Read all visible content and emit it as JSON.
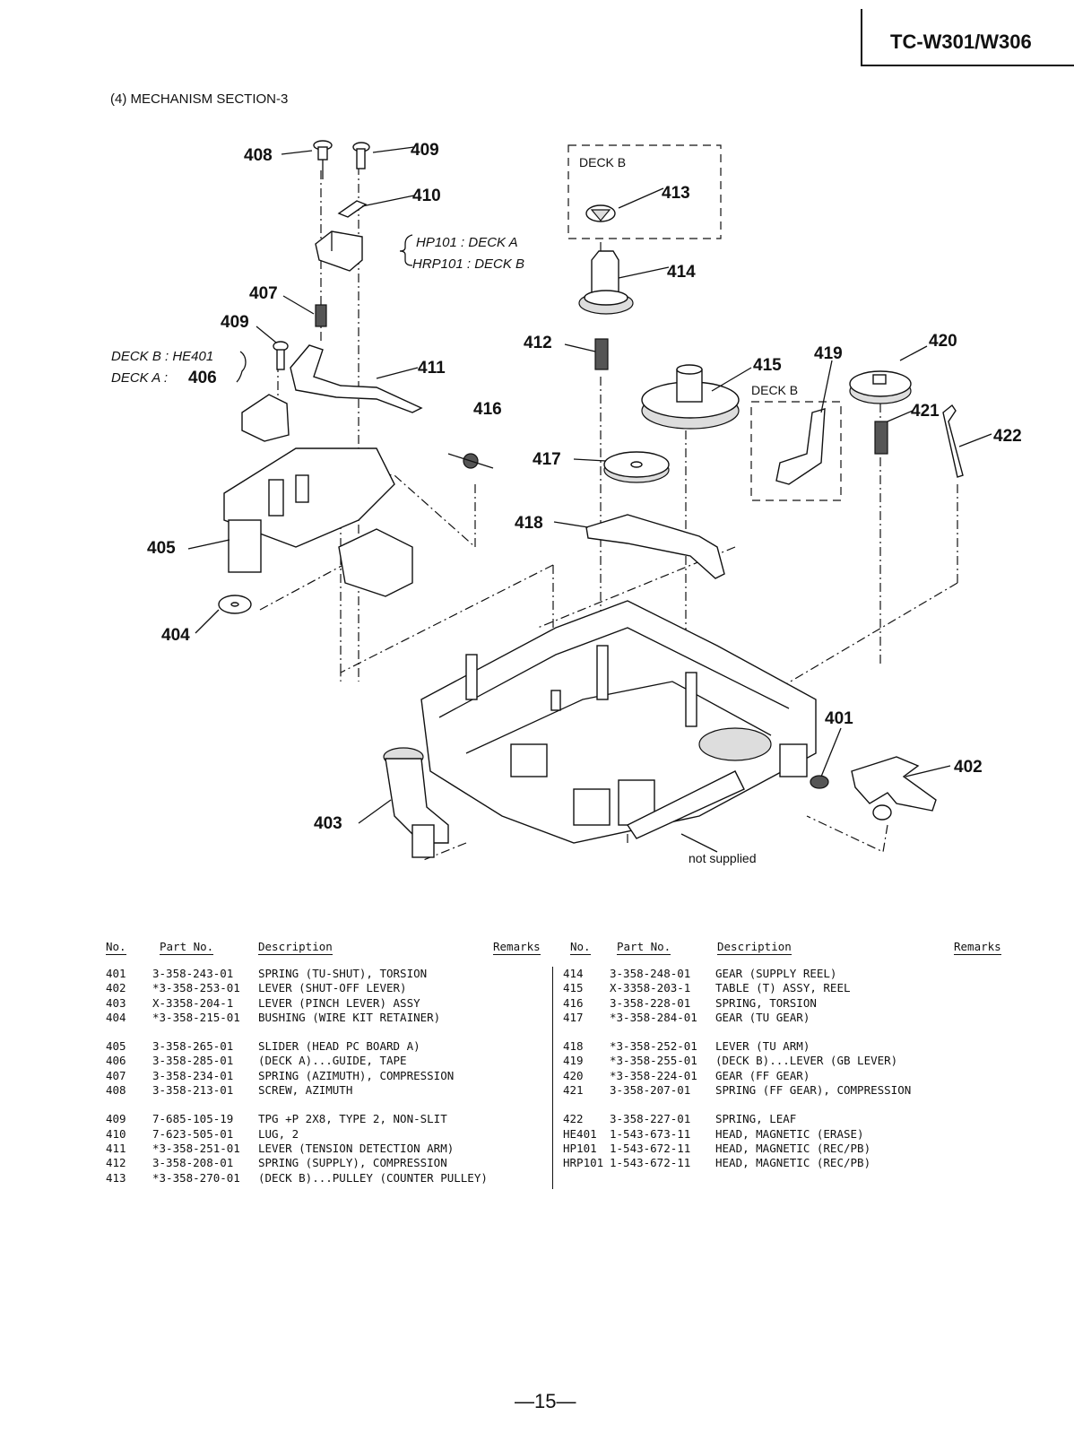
{
  "header": {
    "model": "TC-W301/W306"
  },
  "section": {
    "title": "(4)  MECHANISM  SECTION-3"
  },
  "diagram": {
    "labels": {
      "p408": "408",
      "p409a": "409",
      "p410": "410",
      "p407": "407",
      "p409b": "409",
      "p411": "411",
      "p416": "416",
      "p405": "405",
      "p404": "404",
      "p403": "403",
      "p413": "413",
      "p414": "414",
      "p412": "412",
      "p415": "415",
      "p419": "419",
      "p420": "420",
      "p421": "421",
      "p422": "422",
      "p417": "417",
      "p418": "418",
      "p401": "401",
      "p402": "402"
    },
    "notes": {
      "hp101": "HP101 :  DECK  A",
      "hrp101": "HRP101 :  DECK  B",
      "deck_b_he": "DECK  B :  HE401",
      "deck_a": "DECK  A :",
      "deck_a_num": "406",
      "deck_b_box1": "DECK  B",
      "deck_b_box2": "DECK  B",
      "not_supplied": "not  supplied"
    }
  },
  "table": {
    "headers": {
      "no": "No.",
      "part_no": "Part No.",
      "description": "Description",
      "remarks": "Remarks"
    },
    "left": [
      [
        {
          "no": "401",
          "part": "3-358-243-01",
          "desc": "SPRING (TU-SHUT), TORSION"
        },
        {
          "no": "402",
          "part": "*3-358-253-01",
          "desc": "LEVER (SHUT-OFF LEVER)"
        },
        {
          "no": "403",
          "part": "X-3358-204-1",
          "desc": "LEVER (PINCH LEVER) ASSY"
        },
        {
          "no": "404",
          "part": "*3-358-215-01",
          "desc": "BUSHING (WIRE KIT RETAINER)"
        }
      ],
      [
        {
          "no": "405",
          "part": "3-358-265-01",
          "desc": "SLIDER (HEAD PC BOARD A)"
        },
        {
          "no": "406",
          "part": "3-358-285-01",
          "desc": "(DECK A)...GUIDE, TAPE"
        },
        {
          "no": "407",
          "part": "3-358-234-01",
          "desc": "SPRING (AZIMUTH), COMPRESSION"
        },
        {
          "no": "408",
          "part": "3-358-213-01",
          "desc": "SCREW, AZIMUTH"
        }
      ],
      [
        {
          "no": "409",
          "part": "7-685-105-19",
          "desc": "TPG +P 2X8, TYPE 2, NON-SLIT"
        },
        {
          "no": "410",
          "part": "7-623-505-01",
          "desc": "LUG, 2"
        },
        {
          "no": "411",
          "part": "*3-358-251-01",
          "desc": "LEVER (TENSION DETECTION ARM)"
        },
        {
          "no": "412",
          "part": "3-358-208-01",
          "desc": "SPRING (SUPPLY), COMPRESSION"
        },
        {
          "no": "413",
          "part": "*3-358-270-01",
          "desc": "(DECK B)...PULLEY (COUNTER PULLEY)"
        }
      ]
    ],
    "right": [
      [
        {
          "no": "414",
          "part": "3-358-248-01",
          "desc": "GEAR (SUPPLY REEL)"
        },
        {
          "no": "415",
          "part": "X-3358-203-1",
          "desc": "TABLE (T) ASSY, REEL"
        },
        {
          "no": "416",
          "part": "3-358-228-01",
          "desc": "SPRING, TORSION"
        },
        {
          "no": "417",
          "part": "*3-358-284-01",
          "desc": "GEAR (TU GEAR)"
        }
      ],
      [
        {
          "no": "418",
          "part": "*3-358-252-01",
          "desc": "LEVER (TU ARM)"
        },
        {
          "no": "419",
          "part": "*3-358-255-01",
          "desc": "(DECK B)...LEVER (GB LEVER)"
        },
        {
          "no": "420",
          "part": "*3-358-224-01",
          "desc": "GEAR (FF GEAR)"
        },
        {
          "no": "421",
          "part": "3-358-207-01",
          "desc": "SPRING (FF GEAR), COMPRESSION"
        }
      ],
      [
        {
          "no": "422",
          "part": "3-358-227-01",
          "desc": "SPRING, LEAF"
        },
        {
          "no": "HE401",
          "part": "1-543-673-11",
          "desc": "HEAD, MAGNETIC (ERASE)"
        },
        {
          "no": "HP101",
          "part": "1-543-672-11",
          "desc": "HEAD, MAGNETIC (REC/PB)"
        },
        {
          "no": "HRP101",
          "part": "1-543-672-11",
          "desc": "HEAD, MAGNETIC (REC/PB)"
        }
      ]
    ]
  },
  "footer": {
    "page": "—15—"
  }
}
